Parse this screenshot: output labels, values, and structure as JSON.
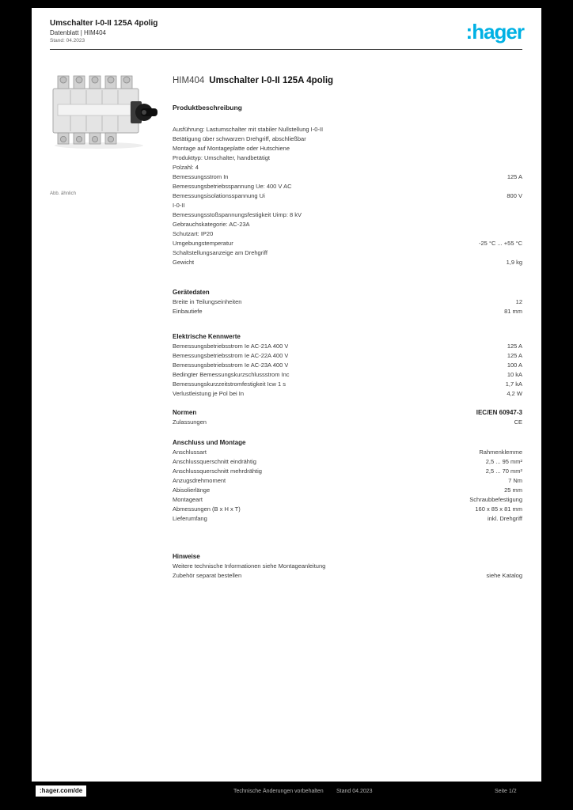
{
  "page": {
    "header": {
      "line1": "Umschalter I-0-II 125A 4polig",
      "line2": "Datenblatt | HIM404",
      "line3": "Stand: 04.2023"
    },
    "logo": {
      "text": ":hager",
      "color": "#00b1e4"
    },
    "product": {
      "ref": "HIM404",
      "title": "Umschalter I-0-II 125A 4polig",
      "subhead": "Produktbeschreibung",
      "image_caption": "Abb. ähnlich"
    },
    "specs": [
      {
        "header": null,
        "header_value": null,
        "rows": [
          {
            "label": "Ausführung: Lastumschalter mit stabiler Nullstellung I-0-II",
            "value": ""
          },
          {
            "label": "Betätigung über schwarzen Drehgriff, abschließbar",
            "value": ""
          },
          {
            "label": "Montage auf Montageplatte oder Hutschiene",
            "value": ""
          },
          {
            "label": "Produkttyp: Umschalter, handbetätigt",
            "value": ""
          },
          {
            "label": "Polzahl: 4",
            "value": ""
          },
          {
            "label": "Bemessungsstrom In",
            "value": "125 A"
          },
          {
            "label": "Bemessungsbetriebsspannung Ue: 400 V AC",
            "value": ""
          },
          {
            "label": "Bemessungsisolationsspannung Ui",
            "value": "800 V"
          },
          {
            "label": "I-0-II",
            "value": ""
          },
          {
            "label": "Bemessungsstoßspannungsfestigkeit Uimp: 8 kV",
            "value": ""
          },
          {
            "label": "Gebrauchskategorie: AC-23A",
            "value": ""
          },
          {
            "label": "Schutzart: IP20",
            "value": ""
          },
          {
            "label": "Umgebungstemperatur",
            "value": "-25 °C ... +55 °C"
          },
          {
            "label": "Schaltstellungsanzeige am Drehgriff",
            "value": ""
          },
          {
            "label": "Gewicht",
            "value": "1,9 kg"
          }
        ]
      },
      {
        "header": "Gerätedaten",
        "header_value": null,
        "rows": [
          {
            "label": "Breite in Teilungseinheiten",
            "value": "12"
          },
          {
            "label": "Einbautiefe",
            "value": "81 mm"
          }
        ]
      },
      {
        "header": "Elektrische Kennwerte",
        "header_value": null,
        "rows": [
          {
            "label": "Bemessungsbetriebsstrom Ie AC-21A 400 V",
            "value": "125 A"
          },
          {
            "label": "Bemessungsbetriebsstrom Ie AC-22A 400 V",
            "value": "125 A"
          },
          {
            "label": "Bemessungsbetriebsstrom Ie AC-23A 400 V",
            "value": "100 A"
          },
          {
            "label": "Bedingter Bemessungskurzschlussstrom Inc",
            "value": "10 kA"
          },
          {
            "label": "Bemessungskurzzeitstromfestigkeit Icw 1 s",
            "value": "1,7 kA"
          },
          {
            "label": "Verlustleistung je Pol bei In",
            "value": "4,2 W"
          }
        ]
      },
      {
        "header": "Normen",
        "header_value": "IEC/EN 60947-3",
        "rows": [
          {
            "label": "Zulassungen",
            "value": "CE"
          }
        ]
      },
      {
        "header": "Anschluss und Montage",
        "header_value": null,
        "rows": [
          {
            "label": "Anschlussart",
            "value": "Rahmenklemme"
          },
          {
            "label": "Anschlussquerschnitt eindrähtig",
            "value": "2,5 ... 95 mm²"
          },
          {
            "label": "Anschlussquerschnitt mehrdrähtig",
            "value": "2,5 ... 70 mm²"
          },
          {
            "label": "Anzugsdrehmoment",
            "value": "7 Nm"
          },
          {
            "label": "Abisolierlänge",
            "value": "25 mm"
          },
          {
            "label": "Montageart",
            "value": "Schraubbefestigung"
          },
          {
            "label": "Abmessungen (B x H x T)",
            "value": "160 x 85 x 81 mm"
          },
          {
            "label": "Lieferumfang",
            "value": "inkl. Drehgriff"
          }
        ]
      },
      {
        "header": "Hinweise",
        "header_value": null,
        "rows": [
          {
            "label": "Weitere technische Informationen siehe Montageanleitung",
            "value": ""
          },
          {
            "label": "Zubehör separat bestellen",
            "value": "siehe Katalog"
          }
        ]
      }
    ],
    "footer": {
      "site": ":hager.com/de",
      "note": "Technische Änderungen vorbehalten",
      "date": "Stand 04.2023",
      "page_label": "Seite 1/2"
    }
  }
}
